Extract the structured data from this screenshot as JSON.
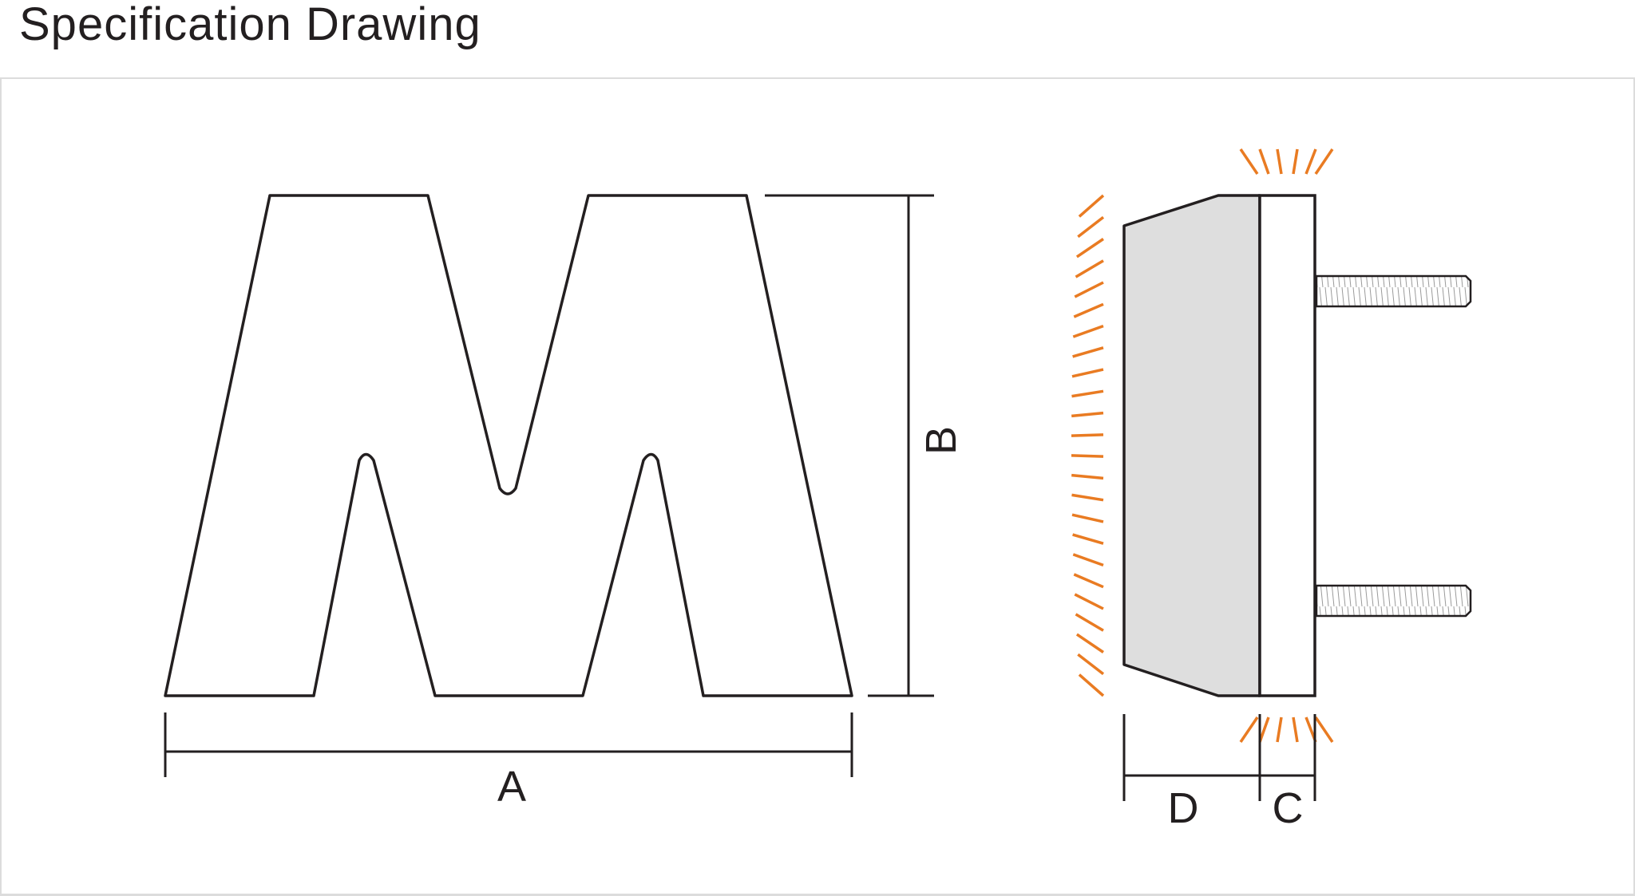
{
  "title": "Specification Drawing",
  "labels": {
    "a": "A",
    "b": "B",
    "c": "C",
    "d": "D"
  },
  "colors": {
    "outline": "#231f20",
    "light_rays": "#e97b22",
    "face_fill": "#dedede",
    "frame_border": "#dcdcdc"
  }
}
